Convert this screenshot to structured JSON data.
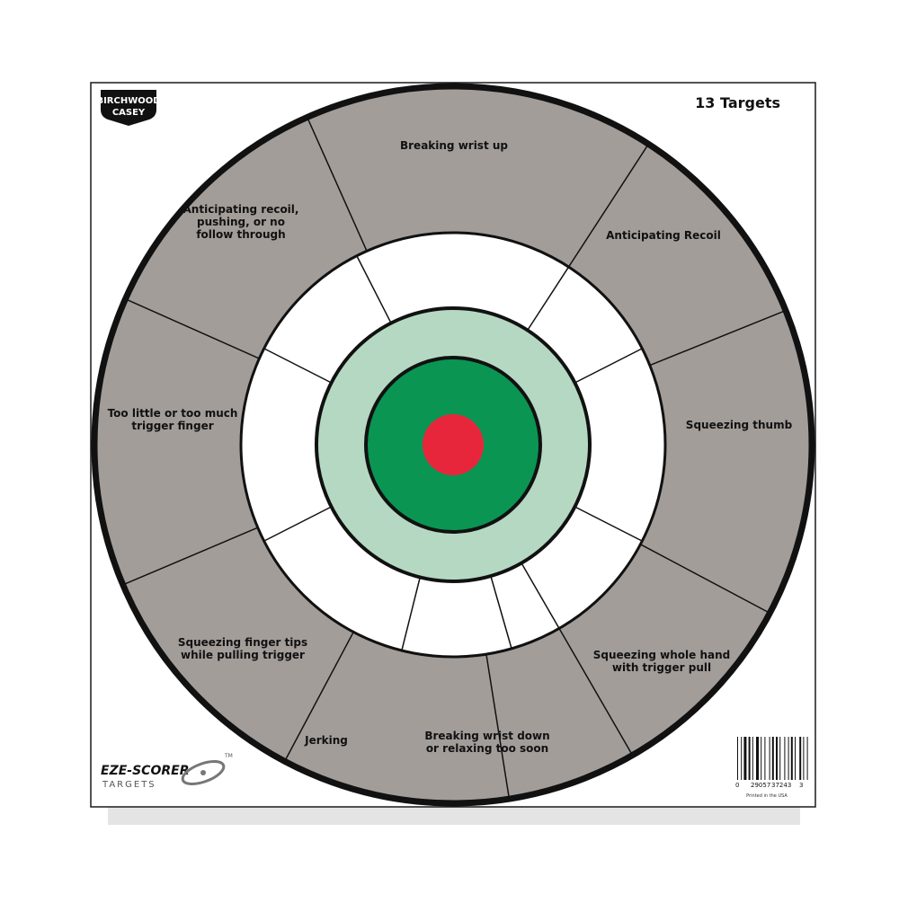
{
  "brand": {
    "logo_line1": "BIRCHWOOD",
    "logo_line2": "CASEY",
    "product_line1": "EZE-SCORER",
    "product_line2": "TARGETS",
    "tm": "TM"
  },
  "header": {
    "target_count": "13 Targets"
  },
  "barcode": {
    "digits_left": "0",
    "digits_mid": "29057",
    "digits_mid2": "37243",
    "digits_right": "3",
    "printed": "Printed in the USA"
  },
  "colors": {
    "paper": "#ffffff",
    "outer_ring": "#a39d9a",
    "inner_ring": "#ffffff",
    "light_green": "#b5d8c2",
    "green": "#0a9553",
    "bullseye": "#e8263b",
    "line": "#111111"
  },
  "segments": [
    {
      "name": "segment-breaking-wrist-up",
      "lines": [
        "Breaking wrist up"
      ]
    },
    {
      "name": "segment-anticipating-recoil",
      "lines": [
        "Anticipating Recoil"
      ]
    },
    {
      "name": "segment-squeezing-thumb",
      "lines": [
        "Squeezing thumb"
      ]
    },
    {
      "name": "segment-squeezing-whole-hand",
      "lines": [
        "Squeezing whole hand",
        "with trigger pull"
      ]
    },
    {
      "name": "segment-breaking-wrist-down",
      "lines": [
        "Breaking wrist down",
        "or relaxing too soon"
      ]
    },
    {
      "name": "segment-jerking",
      "lines": [
        "Jerking"
      ]
    },
    {
      "name": "segment-squeezing-finger-tips",
      "lines": [
        "Squeezing finger tips",
        "while pulling trigger"
      ]
    },
    {
      "name": "segment-trigger-finger",
      "lines": [
        "Too little or too much",
        "trigger finger"
      ]
    },
    {
      "name": "segment-anticipating-recoil-pushing",
      "lines": [
        "Anticipating recoil,",
        "pushing, or no",
        "follow through"
      ]
    }
  ]
}
